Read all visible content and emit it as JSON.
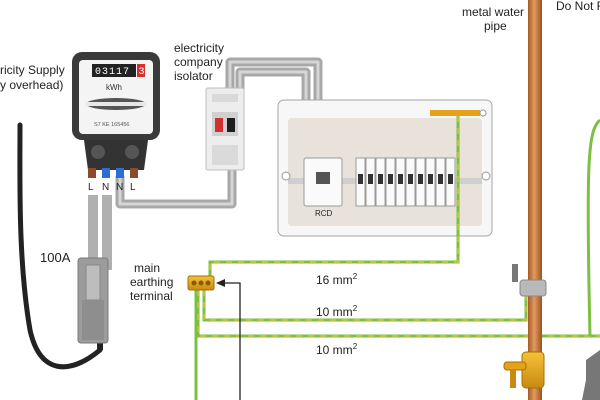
{
  "labels": {
    "supply_line1": "ricity Supply",
    "supply_line2": "y overhead)",
    "meter_reading": "03117",
    "meter_reading_last": "3",
    "meter_unit": "kWh",
    "meter_serial": "S7 KE 165456",
    "isolator_line1": "electricity",
    "isolator_line2": "company",
    "isolator_line3": "isolator",
    "water_pipe_line1": "metal water",
    "water_pipe_line2": "pipe",
    "do_not": "Do Not F",
    "rcd": "RCD",
    "fuse_rating": "100A",
    "earthing_line1": "main",
    "earthing_line2": "earthing",
    "earthing_line3": "terminal",
    "cable_16_num": "16 mm",
    "cable_16_sup": "2",
    "cable_10a_num": "10 mm",
    "cable_10a_sup": "2",
    "cable_10b_num": "10 mm",
    "cable_10b_sup": "2",
    "term_L1": "L",
    "term_N1": "N",
    "term_N2": "N",
    "term_L2": "L"
  },
  "colors": {
    "live": "#8B4A2B",
    "neutral": "#2C6FD1",
    "earth_green": "#7BC043",
    "earth_yellow": "#E8C43A",
    "copper": "#C8763A",
    "brass": "#E3A21A",
    "meter_body": "#3A3A3A",
    "cable_grey": "#A8A8A8"
  }
}
